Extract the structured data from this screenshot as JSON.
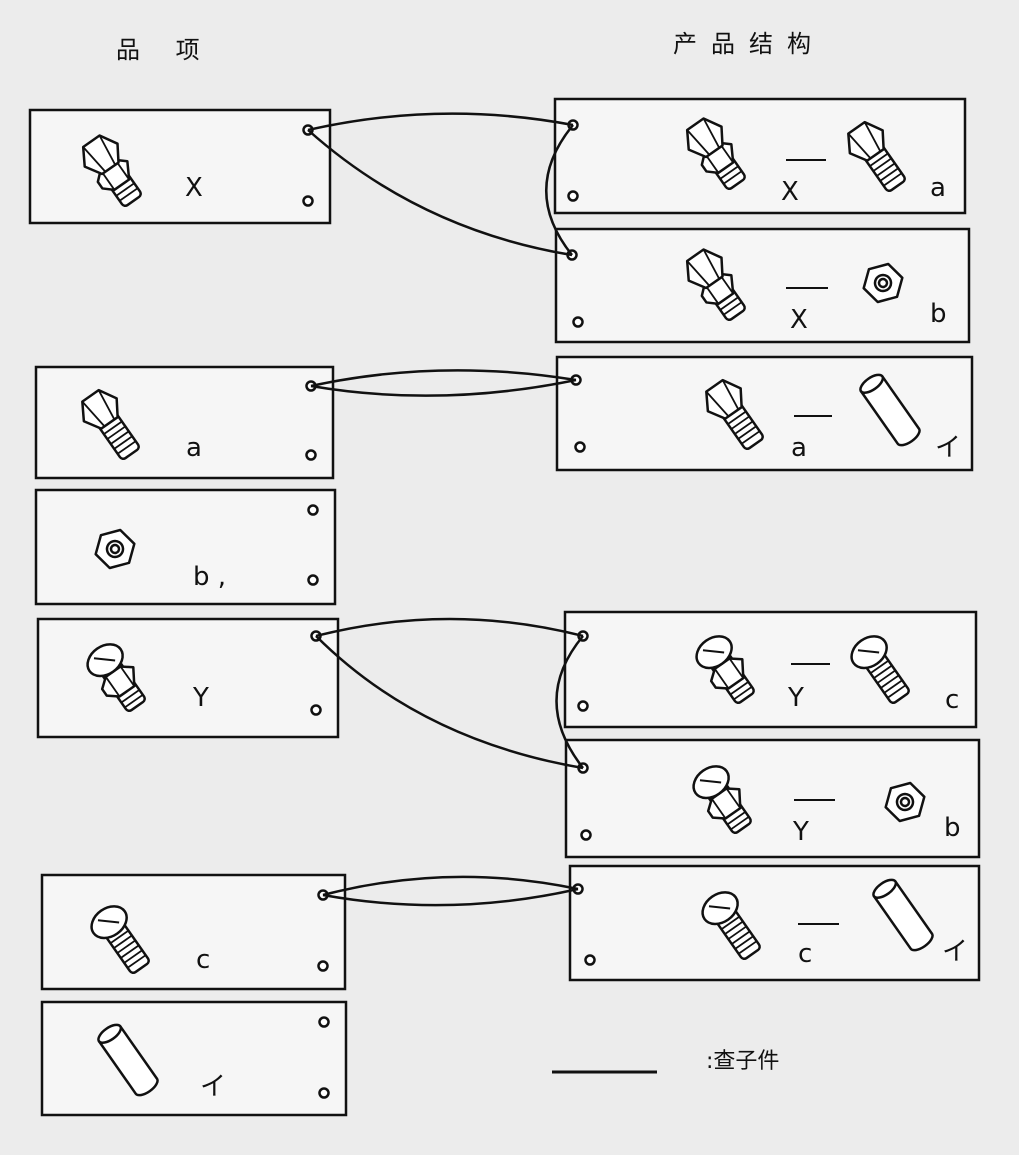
{
  "headers": {
    "left": "品 项",
    "right": "产品结构"
  },
  "item_cards": [
    {
      "id": "X",
      "label": "X",
      "icon": "hex-bolt-with-nut-icon"
    },
    {
      "id": "a",
      "label": "a",
      "icon": "hex-bolt-icon"
    },
    {
      "id": "b",
      "label": "b ,",
      "icon": "hex-nut-icon"
    },
    {
      "id": "Y",
      "label": "Y",
      "icon": "round-head-screw-with-nut-icon"
    },
    {
      "id": "c",
      "label": "c",
      "icon": "round-head-screw-icon"
    },
    {
      "id": "i",
      "label": "イ",
      "icon": "cylinder-pin-icon"
    }
  ],
  "structure_cards": [
    {
      "id": "X-a",
      "parent": "X",
      "child": "a",
      "parent_icon": "hex-bolt-with-nut-icon",
      "child_icon": "hex-bolt-icon"
    },
    {
      "id": "X-b",
      "parent": "X",
      "child": "b",
      "parent_icon": "hex-bolt-with-nut-icon",
      "child_icon": "hex-nut-icon"
    },
    {
      "id": "a-i",
      "parent": "a",
      "child": "イ",
      "parent_icon": "hex-bolt-icon",
      "child_icon": "cylinder-pin-icon"
    },
    {
      "id": "Y-c",
      "parent": "Y",
      "child": "c",
      "parent_icon": "round-head-screw-with-nut-icon",
      "child_icon": "round-head-screw-icon"
    },
    {
      "id": "Y-b",
      "parent": "Y",
      "child": "b",
      "parent_icon": "round-head-screw-with-nut-icon",
      "child_icon": "hex-nut-icon"
    },
    {
      "id": "c-i",
      "parent": "c",
      "child": "イ",
      "parent_icon": "round-head-screw-icon",
      "child_icon": "cylinder-pin-icon"
    }
  ],
  "links": [
    {
      "from": "X",
      "to": [
        "X-a",
        "X-b"
      ]
    },
    {
      "from": "a",
      "to": [
        "a-i"
      ]
    },
    {
      "from": "Y",
      "to": [
        "Y-c",
        "Y-b"
      ]
    },
    {
      "from": "c",
      "to": [
        "c-i"
      ]
    }
  ],
  "legend": {
    "text": ":查子件"
  }
}
